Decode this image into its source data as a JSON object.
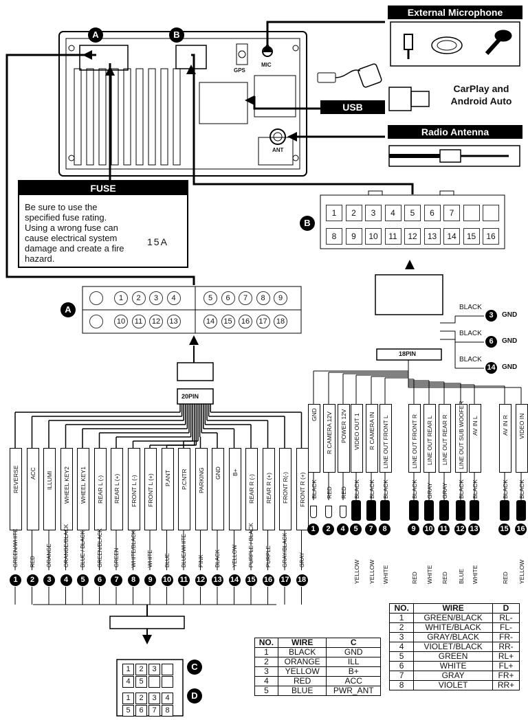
{
  "headers": {
    "ext_mic": "External Microphone",
    "usb": "USB",
    "carplay": "CarPlay and\nAndroid Auto",
    "radio_antenna": "Radio Antenna",
    "fuse": "FUSE"
  },
  "fuse_note": "Be sure to use the specified fuse rating. Using a wrong fuse can cause electrical system damage and create a fire hazard.",
  "fuse_value": "15A",
  "unit_labels": {
    "gps": "GPS",
    "mic": "MIC",
    "ant": "ANT"
  },
  "connectors": {
    "a": "A",
    "b": "B",
    "c": "C",
    "d": "D",
    "pin20": "20PIN",
    "pin18": "18PIN"
  },
  "connector_b_pins": [
    "1",
    "2",
    "3",
    "4",
    "5",
    "6",
    "7",
    "",
    "",
    "8",
    "9",
    "10",
    "11",
    "12",
    "13",
    "14",
    "15",
    "16"
  ],
  "connector_a_pins_top": [
    "1",
    "2",
    "3",
    "4",
    "5",
    "6",
    "7",
    "8",
    "9"
  ],
  "connector_a_pins_bottom": [
    "10",
    "11",
    "12",
    "13",
    "14",
    "15",
    "16",
    "17",
    "18"
  ],
  "harness_a": [
    {
      "num": "1",
      "func": "REVERSE",
      "color": "GREEN/WHITE"
    },
    {
      "num": "2",
      "func": "ACC",
      "color": "RED"
    },
    {
      "num": "3",
      "func": "ILLUMI",
      "color": "ORANGE"
    },
    {
      "num": "4",
      "func": "WHEEL KEY2",
      "color": "ORANGE/BLACK"
    },
    {
      "num": "5",
      "func": "WHEEL KEY1",
      "color": "BLUE / BLACK"
    },
    {
      "num": "6",
      "func": "REAR L (-)",
      "color": "GREEN/BLACK"
    },
    {
      "num": "7",
      "func": "REAR L (+)",
      "color": "GREEN"
    },
    {
      "num": "8",
      "func": "FRONT L (-)",
      "color": "WHITE/BLACK"
    },
    {
      "num": "9",
      "func": "FRONT L (+)",
      "color": "WHITE"
    },
    {
      "num": "10",
      "func": "P.ANT",
      "color": "BLUE"
    },
    {
      "num": "11",
      "func": "P.CNTR",
      "color": "BLUE/WHITE"
    },
    {
      "num": "12",
      "func": "PARKING",
      "color": "PINK"
    },
    {
      "num": "13",
      "func": "GND",
      "color": "BLACK"
    },
    {
      "num": "14",
      "func": "B+",
      "color": "YELLOW"
    },
    {
      "num": "15",
      "func": "REAR R (-)",
      "color": "PURPLE / BLACK"
    },
    {
      "num": "16",
      "func": "REAR R (+)",
      "color": "PURPLE"
    },
    {
      "num": "17",
      "func": "FRONT R(-)",
      "color": "GRAY/BLACK"
    },
    {
      "num": "18",
      "func": "FRONT R (+)",
      "color": "GRAY"
    }
  ],
  "harness_b_gnd": [
    {
      "num": "3",
      "wire": "BLACK",
      "label": "GND"
    },
    {
      "num": "6",
      "wire": "BLACK",
      "label": "GND"
    },
    {
      "num": "14",
      "wire": "BLACK",
      "label": "GND"
    }
  ],
  "harness_b": [
    {
      "num": "1",
      "func": "GND",
      "wire": "BLACK",
      "plug": ""
    },
    {
      "num": "2",
      "func": "R CAMERA 12V",
      "wire": "RED",
      "plug": ""
    },
    {
      "num": "4",
      "func": "POWER 12V",
      "wire": "RED",
      "plug": ""
    },
    {
      "num": "5",
      "func": "VIDEO OUT 1",
      "wire": "BLACK",
      "plug": "YELLOW"
    },
    {
      "num": "7",
      "func": "R CAMERA IN",
      "wire": "BLACK",
      "plug": "YELLOW"
    },
    {
      "num": "8",
      "func": "LINE OUT FRONT L",
      "wire": "BLACK",
      "plug": "WHITE"
    },
    {
      "num": "9",
      "func": "LINE OUT FRONT R",
      "wire": "BLACK",
      "plug": "RED"
    },
    {
      "num": "10",
      "func": "LINE OUT REAR L",
      "wire": "GRAY",
      "plug": "WHITE"
    },
    {
      "num": "11",
      "func": "LINE OUT REAR R",
      "wire": "GRAY",
      "plug": "RED"
    },
    {
      "num": "12",
      "func": "LINE OUT SUB WOOFER",
      "wire": "BLACK",
      "plug": "BLUE"
    },
    {
      "num": "13",
      "func": "AV IN L",
      "wire": "BLACK",
      "plug": "WHITE"
    },
    {
      "num": "15",
      "func": "AV IN R",
      "wire": "BLACK",
      "plug": "RED"
    },
    {
      "num": "16",
      "func": "VIDEO IN",
      "wire": "BLACK",
      "plug": "YELLOW"
    }
  ],
  "connector_c_pins": [
    "1",
    "2",
    "3",
    "",
    "4",
    "5",
    "",
    ""
  ],
  "connector_d_pins": [
    "1",
    "2",
    "3",
    "4",
    "5",
    "6",
    "7",
    "8"
  ],
  "table_c": {
    "headers": [
      "NO.",
      "WIRE",
      "C"
    ],
    "rows": [
      [
        "1",
        "BLACK",
        "GND"
      ],
      [
        "2",
        "ORANGE",
        "ILL"
      ],
      [
        "3",
        "YELLOW",
        "B+"
      ],
      [
        "4",
        "RED",
        "ACC"
      ],
      [
        "5",
        "BLUE",
        "PWR_ANT"
      ]
    ]
  },
  "table_d": {
    "headers": [
      "NO.",
      "WIRE",
      "D"
    ],
    "rows": [
      [
        "1",
        "GREEN/BLACK",
        "RL-"
      ],
      [
        "2",
        "WHITE/BLACK",
        "FL-"
      ],
      [
        "3",
        "GRAY/BLACK",
        "FR-"
      ],
      [
        "4",
        "VIOLET/BLACK",
        "RR-"
      ],
      [
        "5",
        "GREEN",
        "RL+"
      ],
      [
        "6",
        "WHITE",
        "FL+"
      ],
      [
        "7",
        "GRAY",
        "FR+"
      ],
      [
        "8",
        "VIOLET",
        "RR+"
      ]
    ]
  }
}
